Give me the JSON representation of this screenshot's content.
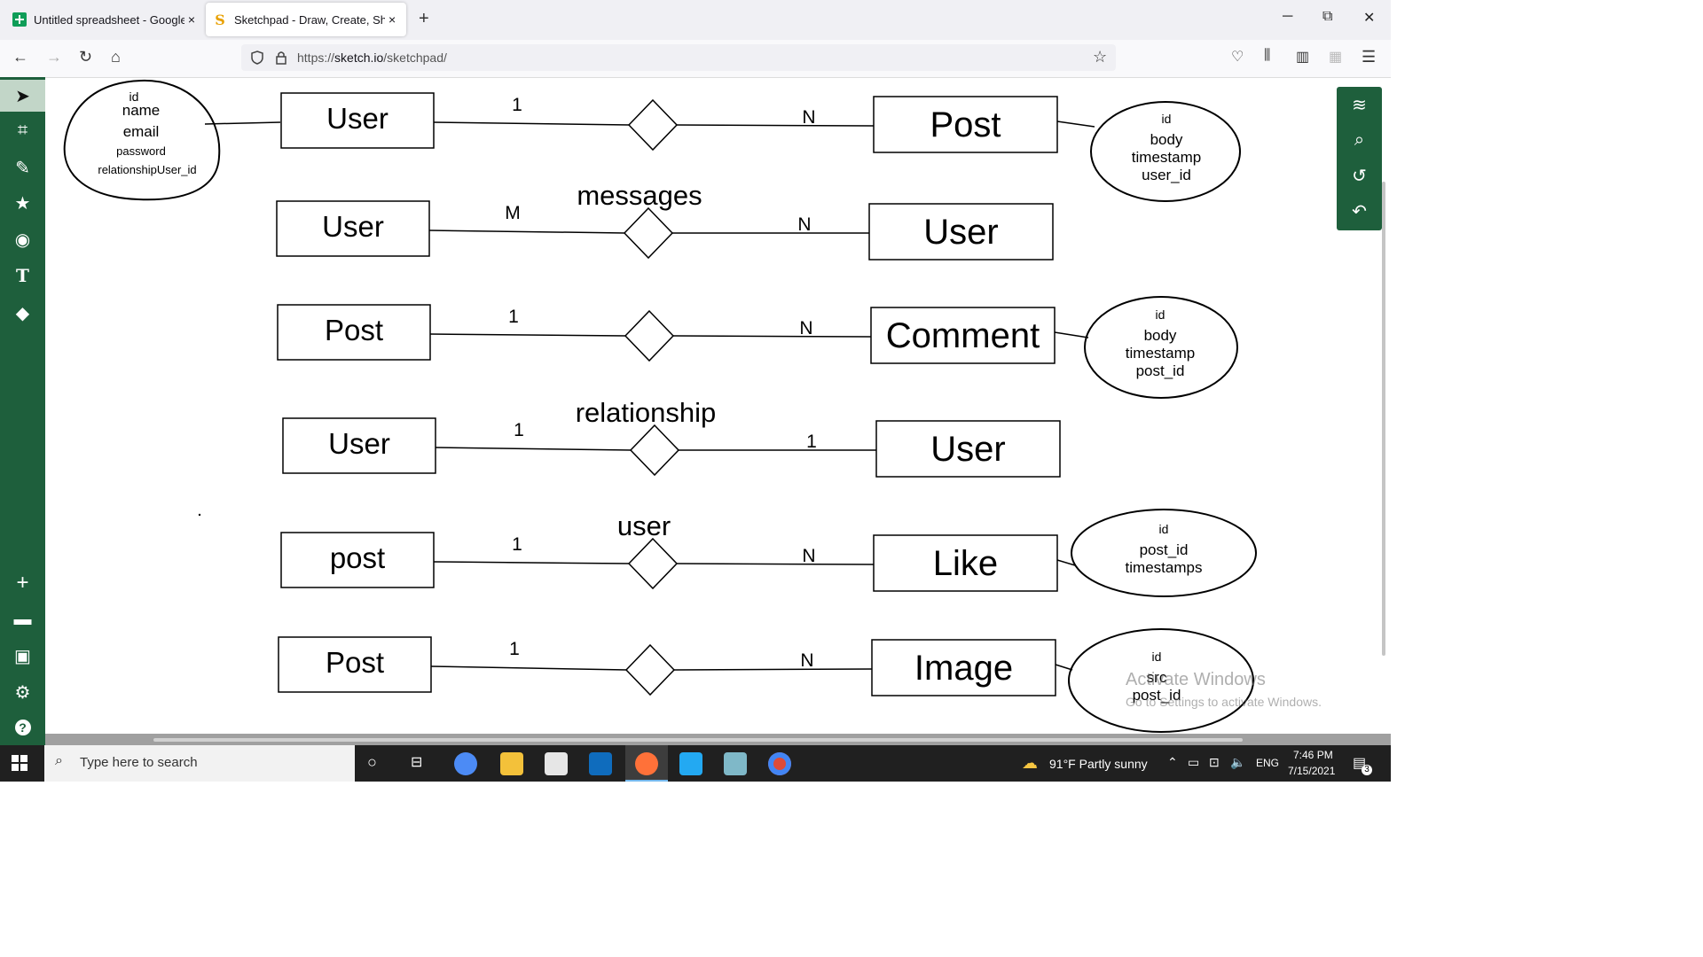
{
  "browser": {
    "tabs": [
      {
        "title": "Untitled spreadsheet - Google Sheets",
        "close": "×"
      },
      {
        "title": "Sketchpad - Draw, Create, Share!",
        "close": "×"
      }
    ],
    "new_tab": "+",
    "window_controls": {
      "minimize": "─",
      "restore": "⧉",
      "close": "✕"
    },
    "url_scheme": "https://",
    "url_domain": "sketch.io",
    "url_path": "/sketchpad/"
  },
  "diagram": {
    "rows": [
      {
        "left": "User",
        "right": "Post",
        "left_card": "1",
        "right_card": "N",
        "relationship": "",
        "attributes": [
          "id",
          "body",
          "timestamp",
          "user_id"
        ]
      },
      {
        "left": "User",
        "right": "User",
        "left_card": "M",
        "right_card": "N",
        "relationship": "messages",
        "attributes": []
      },
      {
        "left": "Post",
        "right": "Comment",
        "left_card": "1",
        "right_card": "N",
        "relationship": "",
        "attributes": [
          "id",
          "body",
          "timestamp",
          "post_id"
        ]
      },
      {
        "left": "User",
        "right": "User",
        "left_card": "1",
        "right_card": "1",
        "relationship": "relationship",
        "attributes": []
      },
      {
        "left": "post",
        "right": "Like",
        "left_card": "1",
        "right_card": "N",
        "relationship": "user",
        "attributes": [
          "id",
          "post_id",
          "timestamps"
        ]
      },
      {
        "left": "Post",
        "right": "Image",
        "left_card": "1",
        "right_card": "N",
        "relationship": "",
        "attributes": [
          "id",
          "src",
          "post_id"
        ]
      }
    ],
    "user_attributes": [
      "id",
      "name",
      "email",
      "password",
      "relationshipUser_id"
    ]
  },
  "watermark": {
    "line1": "Activate Windows",
    "line2": "Go to Settings to activate Windows."
  },
  "taskbar": {
    "search_placeholder": "Type here to search",
    "weather": "91°F  Partly sunny",
    "language": "ENG",
    "time": "7:46 PM",
    "date": "7/15/2021",
    "notifications": "3"
  }
}
